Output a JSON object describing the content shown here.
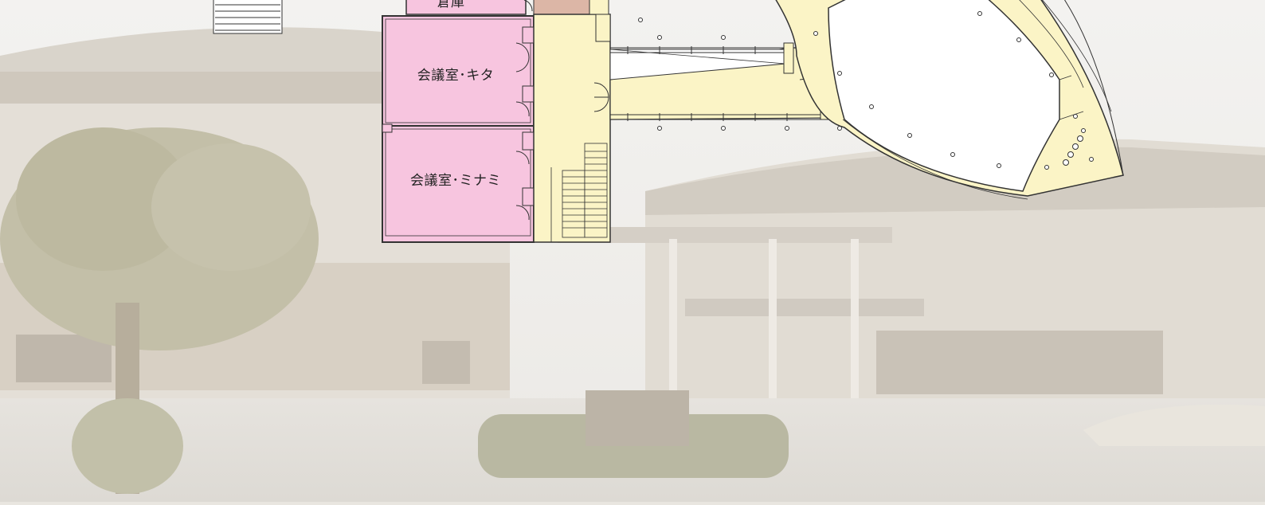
{
  "rooms": [
    {
      "id": "storage",
      "label": "倉庫"
    },
    {
      "id": "meeting_north",
      "label": "会議室･キタ"
    },
    {
      "id": "meeting_south",
      "label": "会議室･ミナミ"
    }
  ],
  "colors": {
    "meeting_rooms": "#f7c5df",
    "corridor": "#fbf4c6",
    "hall": "#ffffff",
    "walls": "#3a3a3a",
    "sky": "#f4f3f1",
    "building": "#e2ddd4"
  },
  "icons": [
    "door-swing-icon",
    "stairs-icon",
    "column-icon"
  ]
}
